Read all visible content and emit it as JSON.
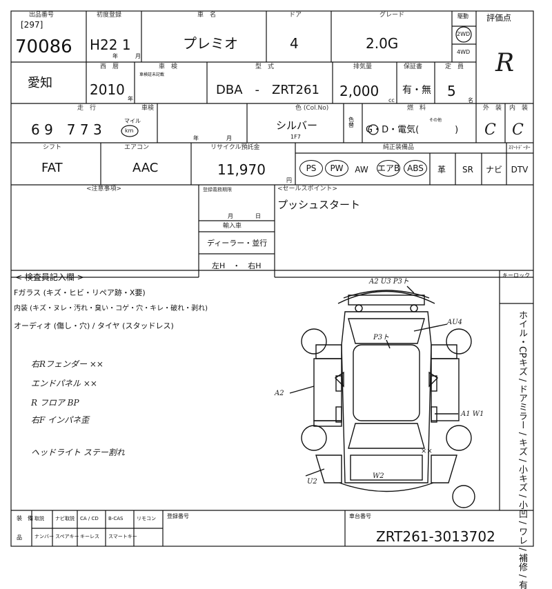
{
  "header": {
    "lot_label": "出品番号",
    "lot_sub": "[297]",
    "lot_number": "70086",
    "first_reg_label": "初度登録",
    "first_reg": "H22 1",
    "first_reg_unit": "年",
    "first_reg_unit2": "月",
    "name_label": "車　名",
    "car_name": "プレミオ",
    "doors_label": "ドア",
    "doors": "4",
    "grade_label": "グレード",
    "grade": "2.0G",
    "drive_label": "駆動",
    "drive_2wd": "2WD",
    "drive_4wd": "4WD",
    "score_label": "評価点",
    "score": "R"
  },
  "row2": {
    "region": "愛知",
    "year_label": "西　暦",
    "year": "2010",
    "year_unit": "年",
    "import_label": "車　検",
    "import_sub": "車検証未記載",
    "model_label": "型　式",
    "model": "DBA　-　ZRT261",
    "displacement_label": "排気量",
    "displacement": "2,000",
    "displacement_unit": "cc",
    "warranty_label": "保証書",
    "warranty": "有・無",
    "capacity_label": "定　員",
    "capacity": "5",
    "capacity_unit": "名"
  },
  "row3": {
    "mileage_label": "走　行",
    "mileage": "6 9　7 7 3",
    "mileage_unit": "km",
    "mileage_alt": "マイル",
    "inspection_label": "車検",
    "inspection_unit": "年　　　　　月",
    "color_label": "色 (Col.No)",
    "color": "シルバー",
    "color_code": "1F7",
    "color_change": "色替",
    "fuel_label": "燃　料",
    "fuel": "G・D・電気(　　　　)",
    "fuel_other": "その他",
    "exterior_label": "外　装",
    "exterior": "C",
    "interior_label": "内　装",
    "interior": "C"
  },
  "row4": {
    "shift_label": "シフト",
    "shift": "FAT",
    "ac_label": "エアコン",
    "ac": "AAC",
    "recycle_label": "リサイクル預託金",
    "recycle": "11,970",
    "recycle_unit": "円",
    "equip_label": "純正装備品",
    "equipment": [
      "PS",
      "PW",
      "AW",
      "エアB",
      "ABS",
      "革",
      "SR",
      "ナビ",
      "DTV"
    ],
    "equip_circled": [
      true,
      true,
      false,
      true,
      true,
      false,
      false,
      false,
      false
    ],
    "dtv_label": "ｽﾏｰﾄﾃﾞｰﾀｰ"
  },
  "notes": {
    "caution_label": "<注意事項>",
    "reg_label": "登録義務期限",
    "reg_unit": "月　　　　日",
    "import_label": "輸入車",
    "import_value": "ディーラー・並行",
    "handle_value": "左H　・　右H",
    "sales_label": "<セールスポイント>",
    "sales_point": "プッシュスタート"
  },
  "inspector": {
    "title": "< 検査員記入欄 >",
    "glass_line": "Fガラス (キズ・ヒビ・リペア跡・X要)",
    "interior_line": "内装 (キズ・ヌレ・汚れ・臭い・コゲ・穴・キレ・破れ・剥れ)",
    "audio_line": "オーディオ (傷し・穴) / タイヤ (スタッドレス)",
    "remarks": [
      "右Rフェンダー ××",
      "エンドパネル ××",
      "R フロア BP",
      "右F インパネ歪",
      "ヘッドライト ステー割れ"
    ],
    "marks": [
      "A2 U3 P3ト",
      "AU4",
      "P3ト",
      "A2",
      "A1 W1",
      "××",
      "U2",
      "W2"
    ],
    "keylock_label": "キーロック",
    "side_text": "ホイル・CPキズ / ドアミラー / キズ / 小キズ / 小凹 / ワレ / 補修 / 有"
  },
  "footer": {
    "col_a": "装　備",
    "col_a2": "品",
    "items_top": [
      "取説",
      "ナビ取説",
      "CA / CD",
      "B-CAS",
      "リモコン"
    ],
    "items_bottom": [
      "ナンバー",
      "スペアキー",
      "キーレス",
      "スマートキー"
    ],
    "reg_label": "登録番号",
    "chassis_label": "車台番号",
    "chassis": "ZRT261-3013702"
  }
}
